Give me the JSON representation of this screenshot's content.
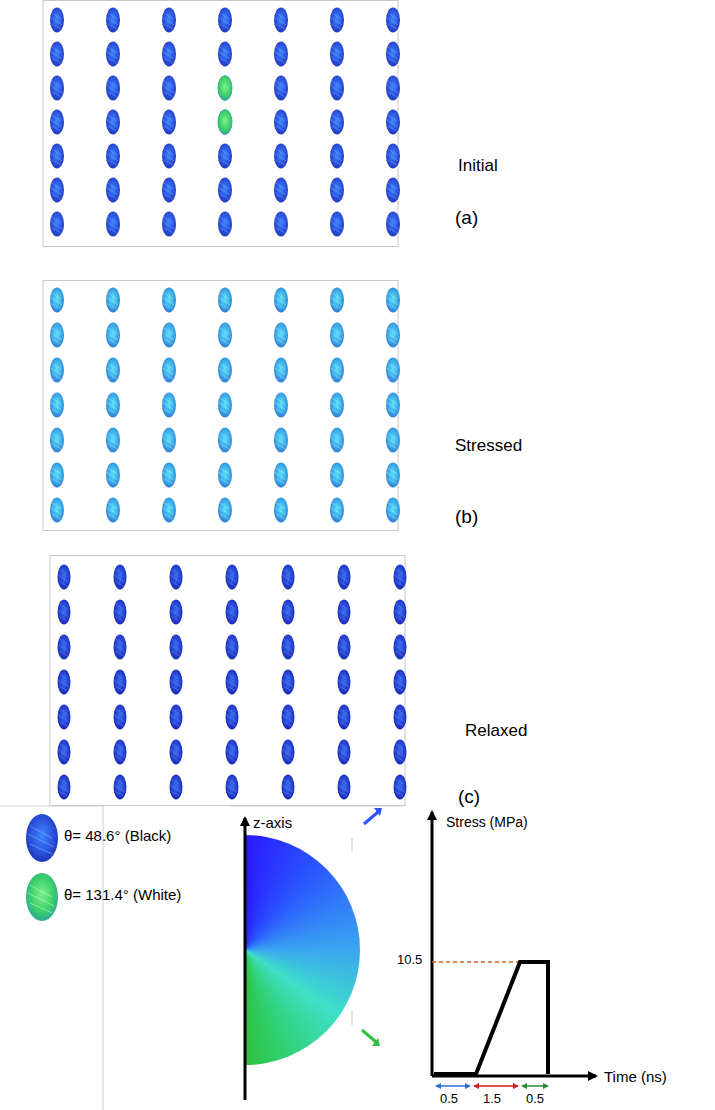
{
  "diagram": {
    "labels": [
      "Initial",
      "(a)",
      "Stressed",
      "(b)",
      "Relaxed",
      "(c)",
      "z-axis",
      "Stress (MPa)",
      "10.5",
      "Time (ns)",
      "0.5",
      "1.5",
      "0.5"
    ],
    "legend": [
      {
        "text": "θ= 48.6° (Black)"
      },
      {
        "text": "θ= 131.4° (White)"
      }
    ]
  }
}
